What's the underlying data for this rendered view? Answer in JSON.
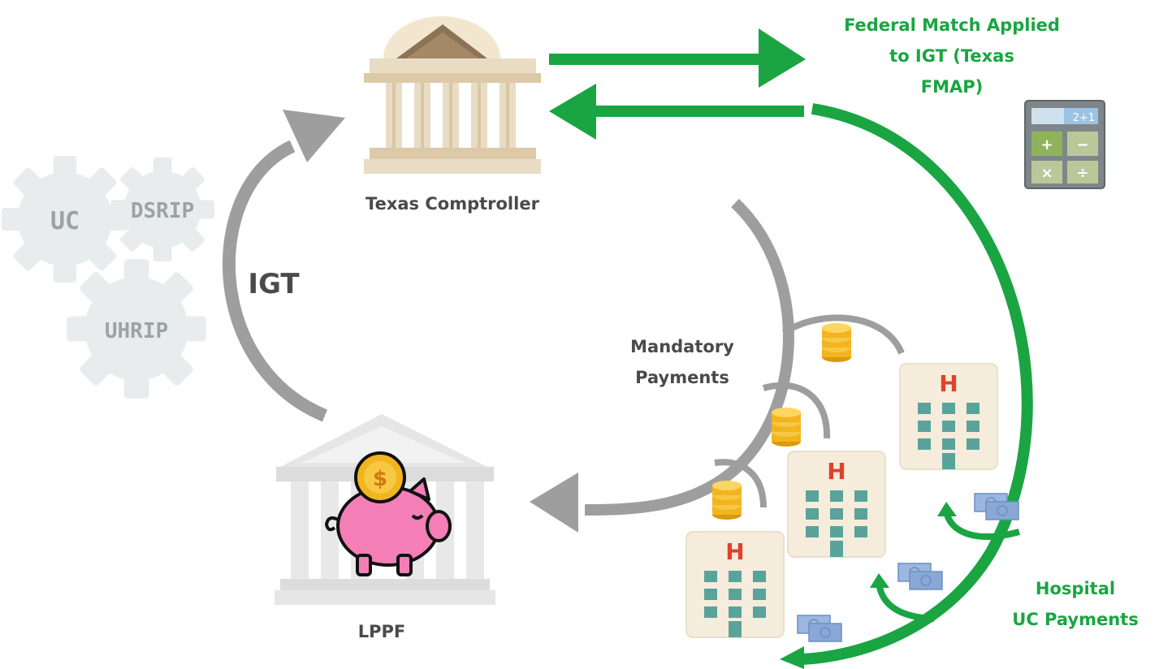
{
  "colors": {
    "green": "#1aa542",
    "gray_arrow": "#9e9e9e",
    "gear": "#e8eced",
    "gear_text": "#9aa3a6",
    "building_beige": "#e9dcc4",
    "building_stripe": "#d9c6a4",
    "pig_pink": "#f47fb7",
    "coin_gold": "#f2b51f",
    "hospital_wall": "#f5ecdc",
    "hospital_window": "#5aa39a",
    "hospital_red": "#e0412b",
    "cash_blue": "#8aa8d6",
    "calculator_gray": "#9aa0a4"
  },
  "icons": {
    "comptroller": "government-building-icon",
    "lppf": "bank-piggy-bank-icon",
    "calculator": "calculator-icon",
    "hospital": "hospital-building-icon",
    "coins": "coin-stack-icon",
    "cash": "banknotes-icon",
    "gear": "gear-icon"
  },
  "labels": {
    "comptroller": "Texas Comptroller",
    "lppf": "LPPF",
    "igt": "IGT",
    "mandatory_line1": "Mandatory",
    "mandatory_line2": "Payments",
    "federal_line1": "Federal Match Applied",
    "federal_line2": "to IGT (Texas",
    "federal_line3": "FMAP)",
    "hospital_line1": "Hospital",
    "hospital_line2": "UC Payments"
  },
  "gears": [
    "UC",
    "DSRIP",
    "UHRIP"
  ],
  "calculator": {
    "display": "2+1",
    "keys": [
      "+",
      "−",
      "×",
      "÷"
    ]
  },
  "hospital_sign": "H"
}
